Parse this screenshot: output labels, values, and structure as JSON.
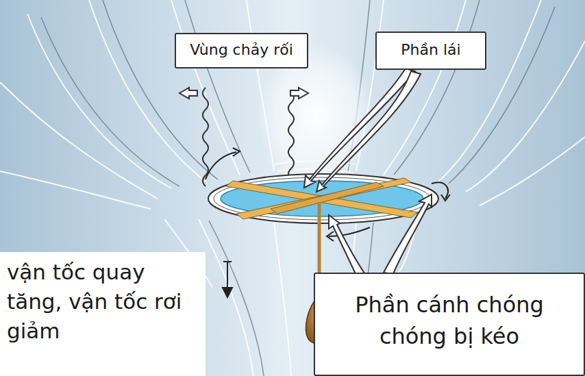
{
  "diagram": {
    "nodes": [
      {
        "text": [
          "Vùng chảy rối"
        ]
      },
      {
        "text": [
          "Phần lái"
        ]
      },
      {
        "text": [
          "vận tốc quay tăng, vận tốc rơi giảm"
        ]
      },
      {
        "text": [
          "Phần cánh chóng chóng bị kéo"
        ]
      }
    ]
  }
}
